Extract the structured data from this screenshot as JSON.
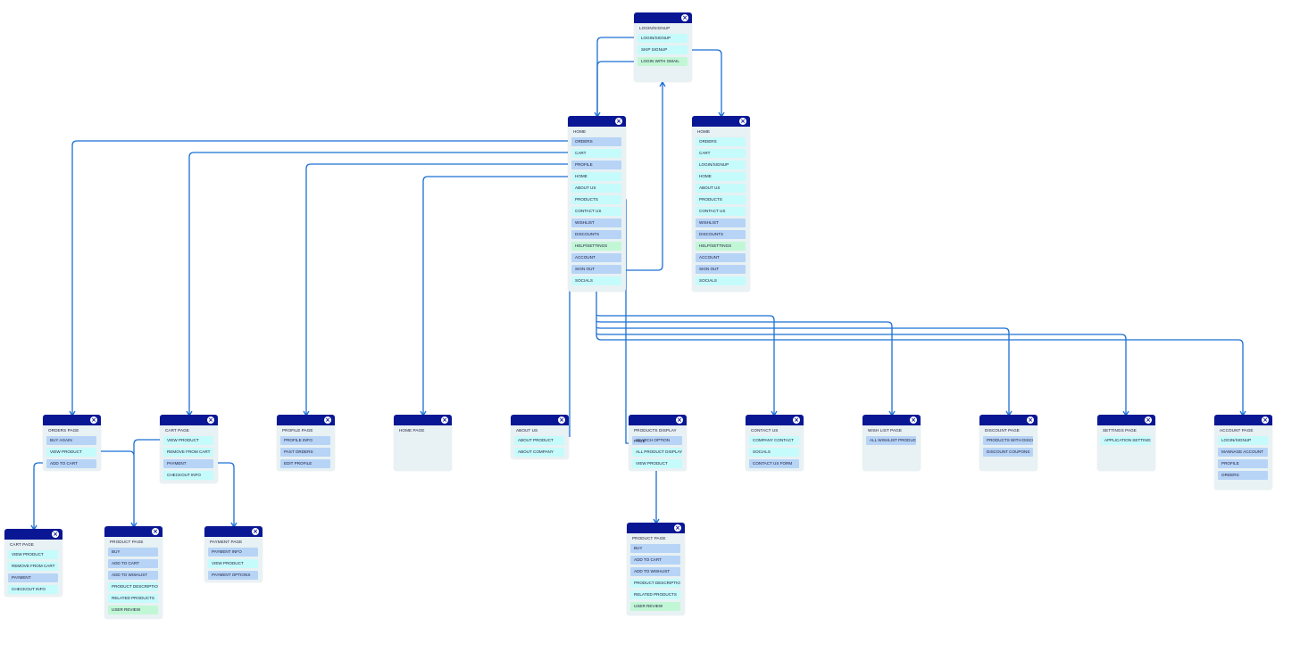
{
  "colors": {
    "header": "#0a1794",
    "wire": "#1a6fd4",
    "card_bg": "#e8f1f3",
    "row_blue": "#b7d4f7",
    "row_cyan": "#c6fbfb",
    "row_green": "#c2f7d6"
  },
  "close_icon": "×",
  "cards": {
    "login": {
      "title": "LOGIN/SIGNUP",
      "rows": [
        {
          "label": "LOGIN/SIGNUP",
          "c": "c"
        },
        {
          "label": "SKIP SIGNUP",
          "c": "c"
        },
        {
          "label": "LOGIN WITH GMAIL",
          "c": "g"
        }
      ]
    },
    "home_main": {
      "title": "HOME",
      "rows": [
        {
          "label": "ORDERS",
          "c": "b"
        },
        {
          "label": "CART",
          "c": "c"
        },
        {
          "label": "PROFILE",
          "c": "b"
        },
        {
          "label": "HOME",
          "c": "c"
        },
        {
          "label": "ABOUT US",
          "c": "c"
        },
        {
          "label": "PRODUCTS",
          "c": "c"
        },
        {
          "label": "CONTACT US",
          "c": "c"
        },
        {
          "label": "WISHLIST",
          "c": "b"
        },
        {
          "label": "DISCOUNTS",
          "c": "b"
        },
        {
          "label": "HELP/SETTINGS",
          "c": "g"
        },
        {
          "label": "ACCOUNT",
          "c": "b"
        },
        {
          "label": "SIGN OUT",
          "c": "b"
        },
        {
          "label": "SOCIALS",
          "c": "c"
        }
      ]
    },
    "home_guest": {
      "title": "HOME",
      "rows": [
        {
          "label": "ORDERS",
          "c": "c"
        },
        {
          "label": "CART",
          "c": "c"
        },
        {
          "label": "LOGIN/SIGNUP",
          "c": "c"
        },
        {
          "label": "HOME",
          "c": "c"
        },
        {
          "label": "ABOUT US",
          "c": "c"
        },
        {
          "label": "PRODUCTS",
          "c": "c"
        },
        {
          "label": "CONTACT US",
          "c": "c"
        },
        {
          "label": "WISHLIST",
          "c": "b"
        },
        {
          "label": "DISCOUNTS",
          "c": "b"
        },
        {
          "label": "HELP/SETTINGS",
          "c": "g"
        },
        {
          "label": "ACCOUNT",
          "c": "b"
        },
        {
          "label": "SIGN OUT",
          "c": "b"
        },
        {
          "label": "SOCIALS",
          "c": "c"
        }
      ]
    },
    "orders": {
      "title": "ORDERS PAGE",
      "rows": [
        {
          "label": "BUY AGAIN",
          "c": "b"
        },
        {
          "label": "VIEW PRODUCT",
          "c": "c"
        },
        {
          "label": "ADD TO CART",
          "c": "b"
        }
      ]
    },
    "cart": {
      "title": "CART PAGE",
      "rows": [
        {
          "label": "VIEW PRODUCT",
          "c": "c"
        },
        {
          "label": "REMOVE FROM CART",
          "c": "c"
        },
        {
          "label": "PAYMENT",
          "c": "b"
        },
        {
          "label": "CHECKOUT INFO",
          "c": "c"
        }
      ]
    },
    "profile": {
      "title": "PROFILE PAGE",
      "rows": [
        {
          "label": "PROFILE INFO",
          "c": "b"
        },
        {
          "label": "PAST ORDERS",
          "c": "b"
        },
        {
          "label": "EDIT PROFILE",
          "c": "b"
        }
      ]
    },
    "homepage": {
      "title": "HOME PAGE",
      "rows": []
    },
    "aboutus": {
      "title": "ABOUT US",
      "rows": [
        {
          "label": "ABOUT PRODUCT",
          "c": "c"
        },
        {
          "label": "ABOUT COMPANY",
          "c": "c"
        }
      ]
    },
    "products_display": {
      "title": "PRODUCTS DISPLAY PAGE",
      "rows": [
        {
          "label": "SEARCH OPTION",
          "c": "b"
        },
        {
          "label": "ALL PRODUCT DISPLAY",
          "c": "c"
        },
        {
          "label": "VIEW PRODUCT",
          "c": "c"
        }
      ]
    },
    "contactus": {
      "title": "CONTACT US",
      "rows": [
        {
          "label": "COMPANY CONTACT",
          "c": "c"
        },
        {
          "label": "SOCIALS",
          "c": "c"
        },
        {
          "label": "CONTACT US FORM",
          "c": "b"
        }
      ]
    },
    "wishlist": {
      "title": "WISH LIST PAGE",
      "rows": [
        {
          "label": "ALL WISHLIST PRODUCT",
          "c": "b"
        }
      ]
    },
    "discount": {
      "title": "DISCOUNT PAGE",
      "rows": [
        {
          "label": "PRODUCTS WITH DISCOUNT",
          "c": "b"
        },
        {
          "label": "DISCOUNT COUPONS",
          "c": "b"
        }
      ]
    },
    "settings": {
      "title": "SETTINGS PAGE",
      "rows": [
        {
          "label": "APPLICATION SETTINGS",
          "c": "c"
        }
      ]
    },
    "account": {
      "title": "ACCOUNT PAGE",
      "rows": [
        {
          "label": "LOGIN/SIGNUP",
          "c": "c"
        },
        {
          "label": "MANNAGE ACCOUNT",
          "c": "b"
        },
        {
          "label": "PROFILE",
          "c": "b"
        },
        {
          "label": "ORDERS",
          "c": "b"
        }
      ]
    },
    "cart2": {
      "title": "CART PAGE",
      "rows": [
        {
          "label": "VIEW PRODUCT",
          "c": "c"
        },
        {
          "label": "REMOVE FROM CART",
          "c": "c"
        },
        {
          "label": "PAYMENT",
          "c": "b"
        },
        {
          "label": "CHECKOUT INFO",
          "c": "c"
        }
      ]
    },
    "product1": {
      "title": "PRODUCT PAGE",
      "rows": [
        {
          "label": "BUY",
          "c": "b"
        },
        {
          "label": "ADD TO CART",
          "c": "b"
        },
        {
          "label": "ADD TO WISHLIST",
          "c": "b"
        },
        {
          "label": "PRODUCT DESCRIPTION",
          "c": "c"
        },
        {
          "label": "RELATED PRODUCTS",
          "c": "c"
        },
        {
          "label": "USER REVIEW",
          "c": "g"
        }
      ]
    },
    "payment": {
      "title": "PAYMENT PAGE",
      "rows": [
        {
          "label": "PAYMENT INFO",
          "c": "b"
        },
        {
          "label": "VIEW PRODUCT",
          "c": "c"
        },
        {
          "label": "PAYMENT OPTIONS",
          "c": "b"
        }
      ]
    },
    "product2": {
      "title": "PRODUCT PAGE",
      "rows": [
        {
          "label": "BUY",
          "c": "b"
        },
        {
          "label": "ADD TO CART",
          "c": "b"
        },
        {
          "label": "ADD TO WISHLIST",
          "c": "b"
        },
        {
          "label": "PRODUCT DESCRIPTION",
          "c": "c"
        },
        {
          "label": "RELATED PRODUCTS",
          "c": "c"
        },
        {
          "label": "USER REVIEW",
          "c": "g"
        }
      ]
    }
  }
}
